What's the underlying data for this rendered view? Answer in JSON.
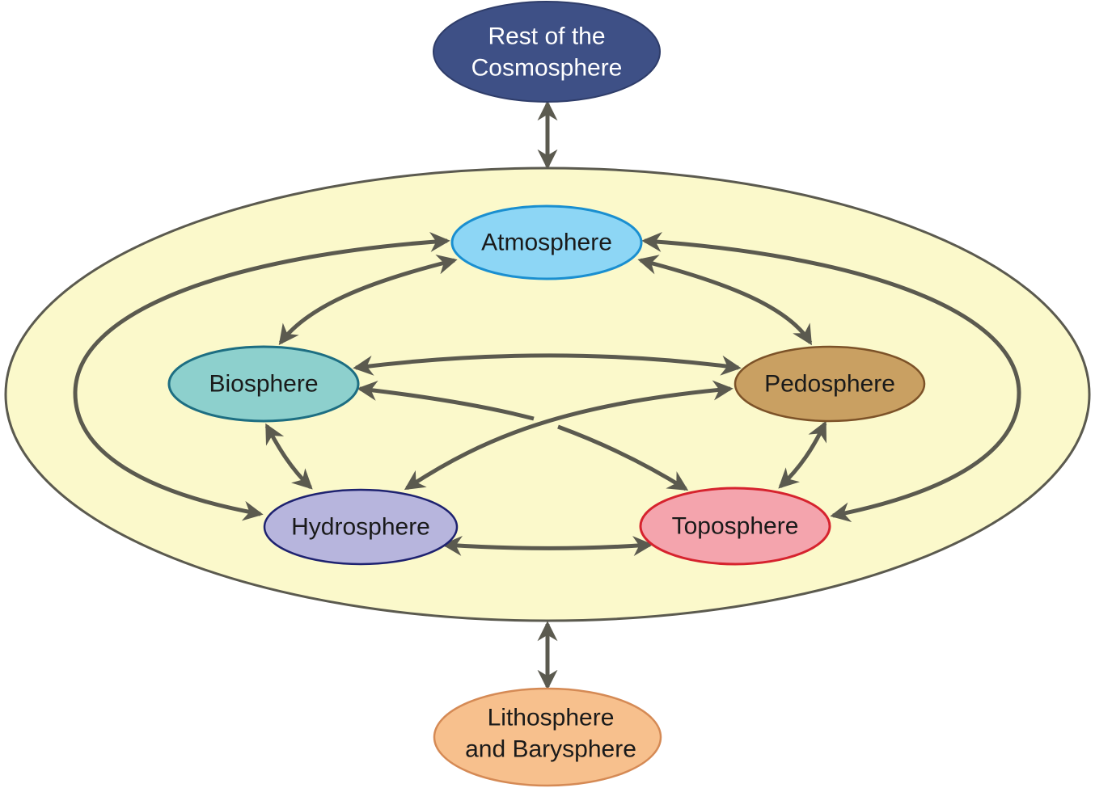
{
  "diagram": {
    "title": "Earth system spheres and their interactions",
    "container_label": "",
    "colors": {
      "container_fill": "#fbf9cb",
      "arrow": "#5b5a4f",
      "cosmosphere_fill": "#3e5086",
      "atmosphere_fill": "#8dd6f5",
      "biosphere_fill": "#8dd0cd",
      "pedosphere_fill": "#c9a062",
      "hydrosphere_fill": "#b7b5dd",
      "toposphere_fill": "#f4a4ad",
      "lithosphere_fill": "#f7c08d"
    },
    "nodes": {
      "cosmosphere": {
        "line1": "Rest of the",
        "line2": "Cosmosphere"
      },
      "atmosphere": {
        "label": "Atmosphere"
      },
      "biosphere": {
        "label": "Biosphere"
      },
      "pedosphere": {
        "label": "Pedosphere"
      },
      "hydrosphere": {
        "label": "Hydrosphere"
      },
      "toposphere": {
        "label": "Toposphere"
      },
      "lithosphere": {
        "line1": "Lithosphere",
        "line2": "and Barysphere"
      }
    },
    "connections": [
      {
        "from": "cosmosphere",
        "to": "earth-system",
        "direction": "both"
      },
      {
        "from": "earth-system",
        "to": "lithosphere",
        "direction": "both"
      },
      {
        "from": "atmosphere",
        "to": "biosphere",
        "direction": "both"
      },
      {
        "from": "atmosphere",
        "to": "pedosphere",
        "direction": "both"
      },
      {
        "from": "atmosphere",
        "to": "hydrosphere",
        "direction": "both"
      },
      {
        "from": "atmosphere",
        "to": "toposphere",
        "direction": "both"
      },
      {
        "from": "biosphere",
        "to": "pedosphere",
        "direction": "both"
      },
      {
        "from": "biosphere",
        "to": "toposphere",
        "direction": "both"
      },
      {
        "from": "biosphere",
        "to": "hydrosphere",
        "direction": "both"
      },
      {
        "from": "hydrosphere",
        "to": "pedosphere",
        "direction": "both"
      },
      {
        "from": "hydrosphere",
        "to": "toposphere",
        "direction": "both"
      },
      {
        "from": "pedosphere",
        "to": "toposphere",
        "direction": "both"
      }
    ]
  }
}
